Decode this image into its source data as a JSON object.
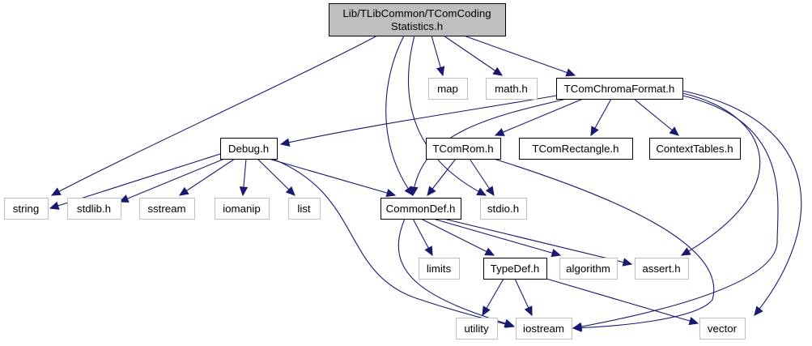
{
  "title": "Lib/TLibCommon/TComCodingStatistics.h",
  "colors": {
    "edge": "#191970",
    "root_fill": "#bfbfbf",
    "root_stroke": "#000000",
    "documented_stroke": "#000000",
    "external_stroke": "#bfbfbf",
    "node_fill": "#ffffff"
  },
  "nodes": [
    {
      "id": "root",
      "lines": [
        "Lib/TLibCommon/TComCoding",
        "Statistics.h"
      ],
      "kind": "root"
    },
    {
      "id": "map",
      "lines": [
        "map"
      ],
      "kind": "external"
    },
    {
      "id": "math",
      "lines": [
        "math.h"
      ],
      "kind": "external"
    },
    {
      "id": "chroma",
      "lines": [
        "TComChromaFormat.h"
      ],
      "kind": "documented"
    },
    {
      "id": "debug",
      "lines": [
        "Debug.h"
      ],
      "kind": "documented"
    },
    {
      "id": "rom",
      "lines": [
        "TComRom.h"
      ],
      "kind": "documented"
    },
    {
      "id": "rect",
      "lines": [
        "TComRectangle.h"
      ],
      "kind": "documented"
    },
    {
      "id": "ctx",
      "lines": [
        "ContextTables.h"
      ],
      "kind": "documented"
    },
    {
      "id": "string",
      "lines": [
        "string"
      ],
      "kind": "external"
    },
    {
      "id": "stdlib",
      "lines": [
        "stdlib.h"
      ],
      "kind": "external"
    },
    {
      "id": "sstream",
      "lines": [
        "sstream"
      ],
      "kind": "external"
    },
    {
      "id": "iomanip",
      "lines": [
        "iomanip"
      ],
      "kind": "external"
    },
    {
      "id": "list",
      "lines": [
        "list"
      ],
      "kind": "external"
    },
    {
      "id": "commondef",
      "lines": [
        "CommonDef.h"
      ],
      "kind": "documented"
    },
    {
      "id": "stdio",
      "lines": [
        "stdio.h"
      ],
      "kind": "external"
    },
    {
      "id": "limits",
      "lines": [
        "limits"
      ],
      "kind": "external"
    },
    {
      "id": "typedef",
      "lines": [
        "TypeDef.h"
      ],
      "kind": "documented"
    },
    {
      "id": "algorithm",
      "lines": [
        "algorithm"
      ],
      "kind": "external"
    },
    {
      "id": "assert",
      "lines": [
        "assert.h"
      ],
      "kind": "external"
    },
    {
      "id": "utility",
      "lines": [
        "utility"
      ],
      "kind": "external"
    },
    {
      "id": "iostream",
      "lines": [
        "iostream"
      ],
      "kind": "external"
    },
    {
      "id": "vector",
      "lines": [
        "vector"
      ],
      "kind": "external"
    }
  ],
  "edges": [
    {
      "from": "root",
      "to": "string"
    },
    {
      "from": "root",
      "to": "commondef"
    },
    {
      "from": "root",
      "to": "stdio"
    },
    {
      "from": "root",
      "to": "map"
    },
    {
      "from": "root",
      "to": "math"
    },
    {
      "from": "root",
      "to": "chroma"
    },
    {
      "from": "chroma",
      "to": "debug"
    },
    {
      "from": "chroma",
      "to": "commondef"
    },
    {
      "from": "chroma",
      "to": "rom"
    },
    {
      "from": "chroma",
      "to": "rect"
    },
    {
      "from": "chroma",
      "to": "ctx"
    },
    {
      "from": "chroma",
      "to": "assert"
    },
    {
      "from": "chroma",
      "to": "iostream"
    },
    {
      "from": "chroma",
      "to": "vector"
    },
    {
      "from": "debug",
      "to": "string"
    },
    {
      "from": "debug",
      "to": "stdlib"
    },
    {
      "from": "debug",
      "to": "sstream"
    },
    {
      "from": "debug",
      "to": "iomanip"
    },
    {
      "from": "debug",
      "to": "list"
    },
    {
      "from": "debug",
      "to": "commondef"
    },
    {
      "from": "debug",
      "to": "iostream"
    },
    {
      "from": "rom",
      "to": "commondef"
    },
    {
      "from": "rom",
      "to": "stdio"
    },
    {
      "from": "rom",
      "to": "iostream"
    },
    {
      "from": "commondef",
      "to": "limits"
    },
    {
      "from": "commondef",
      "to": "typedef"
    },
    {
      "from": "commondef",
      "to": "algorithm"
    },
    {
      "from": "commondef",
      "to": "assert"
    },
    {
      "from": "commondef",
      "to": "iostream"
    },
    {
      "from": "typedef",
      "to": "utility"
    },
    {
      "from": "typedef",
      "to": "iostream"
    },
    {
      "from": "typedef",
      "to": "vector"
    }
  ]
}
